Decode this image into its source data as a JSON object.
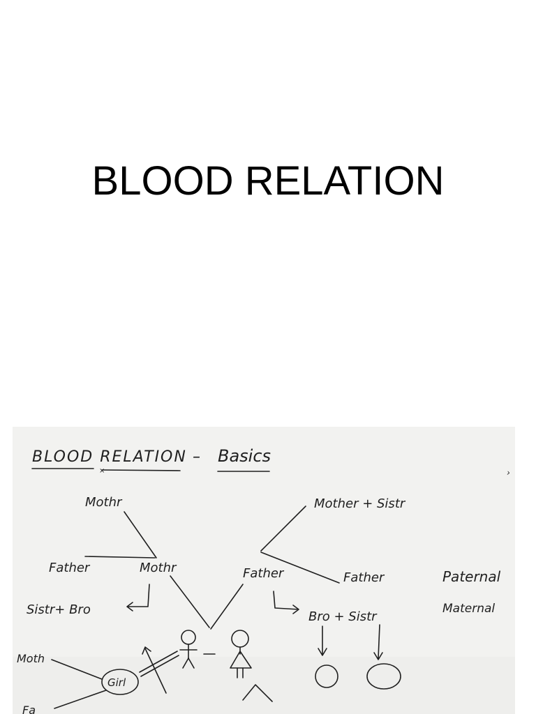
{
  "slide": {
    "title": "BLOOD RELATION"
  },
  "whiteboard": {
    "heading": {
      "part1": "BLOOD RELATION",
      "dash": "–",
      "part2": "Basics"
    },
    "labels": {
      "maternal_grandmother": "Mothr",
      "maternal_grandfather": "Father",
      "mother": "Mothr",
      "mother_siblings": "Sistr+ Bro",
      "paternal_grandmother": "Mother + Sistr",
      "father": "Father",
      "paternal_grandfather": "Father",
      "father_siblings": "Bro + Sistr",
      "paternal": "Paternal",
      "maternal": "Maternal",
      "girl": "Girl",
      "left_mother": "Moth",
      "left_father": "Fa"
    }
  }
}
